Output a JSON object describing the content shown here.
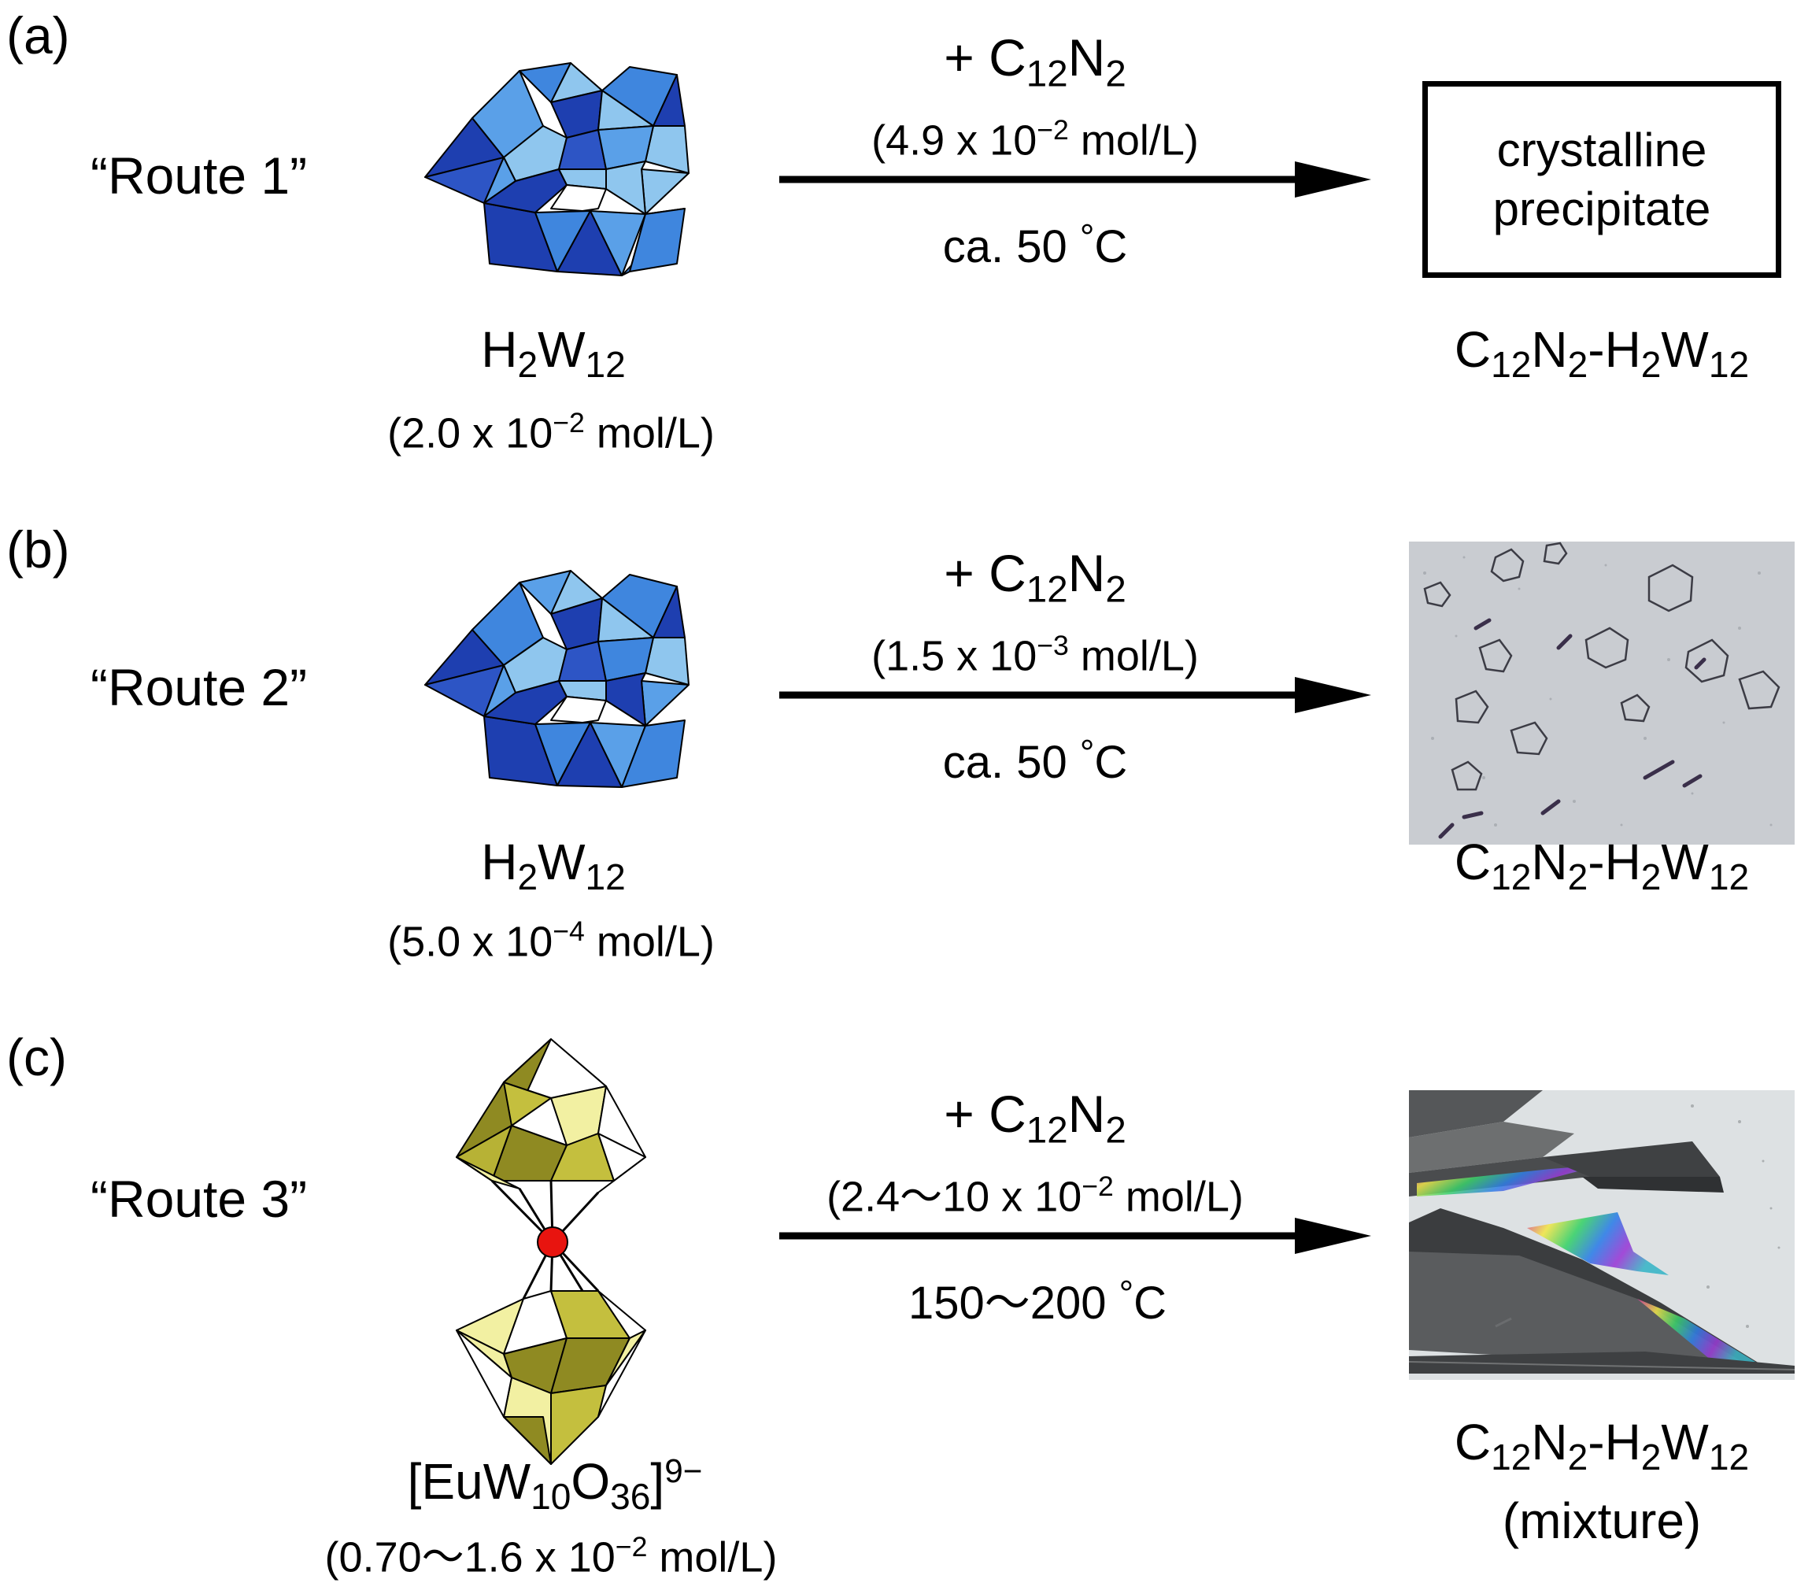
{
  "panels": [
    {
      "label": "(a)",
      "route": "“Route 1”",
      "reactant": {
        "formula": [
          "H",
          "2",
          "W",
          "12"
        ],
        "conc": [
          "(2.0 x 10",
          "−2",
          " mol/L)"
        ]
      },
      "reagent": [
        "+ C",
        "12",
        "N",
        "2"
      ],
      "reagent_conc": [
        "(4.9 x 10",
        "−2",
        " mol/L)"
      ],
      "temperature": [
        "ca. 50 ",
        "°",
        "C"
      ],
      "product_box": [
        "crystalline",
        "precipitate"
      ],
      "product": [
        "C",
        "12",
        "N",
        "2",
        "-H",
        "2",
        "W",
        "12"
      ]
    },
    {
      "label": "(b)",
      "route": "“Route 2”",
      "reactant": {
        "formula": [
          "H",
          "2",
          "W",
          "12"
        ],
        "conc": [
          "(5.0 x 10",
          "−4",
          " mol/L)"
        ]
      },
      "reagent": [
        "+ C",
        "12",
        "N",
        "2"
      ],
      "reagent_conc": [
        "(1.5 x 10",
        "−3",
        " mol/L)"
      ],
      "temperature": [
        "ca. 50 ",
        "°",
        "C"
      ],
      "product": [
        "C",
        "12",
        "N",
        "2",
        "-H",
        "2",
        "W",
        "12"
      ]
    },
    {
      "label": "(c)",
      "route": "“Route 3”",
      "reactant": {
        "formula": [
          "[EuW",
          "10",
          "O",
          "36",
          "]",
          "9−"
        ],
        "conc": [
          "(0.70〜1.6 x 10",
          "−2",
          " mol/L)"
        ]
      },
      "reagent": [
        "+ C",
        "12",
        "N",
        "2"
      ],
      "reagent_conc": [
        "(2.4〜10 x 10",
        "−2",
        " mol/L)"
      ],
      "temperature": [
        "150〜200 ",
        "°",
        "C"
      ],
      "product": [
        "C",
        "12",
        "N",
        "2",
        "-H",
        "2",
        "W",
        "12"
      ],
      "product_note": "(mixture)"
    }
  ],
  "colors": {
    "polyhedron_blue_light": "#8fc6ee",
    "polyhedron_blue_mid": "#3f86de",
    "polyhedron_blue_dark": "#1e3fb0",
    "polyhedron_olive_light": "#f2f0a2",
    "polyhedron_olive_dark": "#8f8a22",
    "europium_atom": "#e8140f",
    "micrograph_background_b": "#c9ccd1",
    "micrograph_background_c": "#dde1e3"
  }
}
